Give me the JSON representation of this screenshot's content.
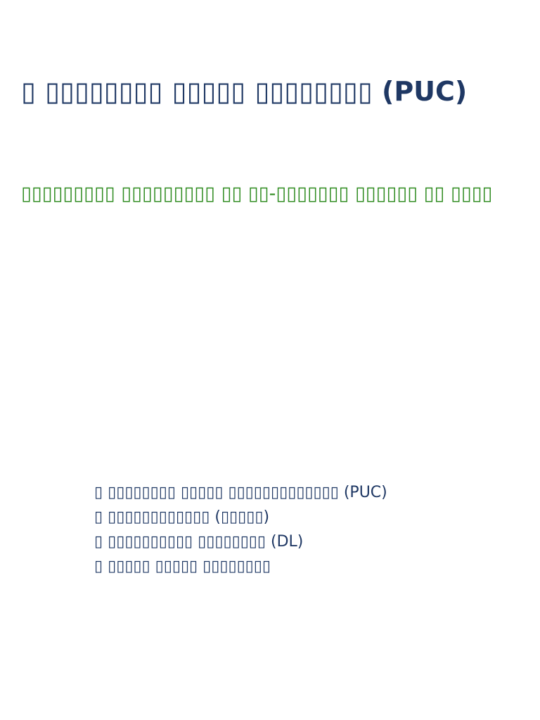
{
  "document": {
    "title": "▯ ▯▯▯▯▯▯▯▯ ▯▯▯▯▯ ▯▯▯▯▯▯▯▯ (PUC)",
    "subtitle": "▯▯▯▯▯▯▯▯▯ ▯▯▯▯▯▯▯▯▯ ▯▯ ▯▯-▯▯▯▯▯▯▯ ▯▯▯▯▯▯ ▯▯ ▯▯▯▯",
    "items": [
      "▯ ▯▯▯▯▯▯▯▯ ▯▯▯▯▯ ▯▯▯▯▯▯▯▯▯▯▯▯▯ (PUC)",
      "▯ ▯▯▯▯▯▯▯▯▯▯▯▯ (▯▯▯▯▯)",
      "▯ ▯▯▯▯▯▯▯▯▯▯ ▯▯▯▯▯▯▯▯ (DL)",
      "▯ ▯▯▯▯▯ ▯▯▯▯▯ ▯▯▯▯▯▯▯▯"
    ]
  },
  "colors": {
    "title": "#1f3864",
    "subtitle": "#2e8b1f",
    "list": "#1f3864"
  }
}
